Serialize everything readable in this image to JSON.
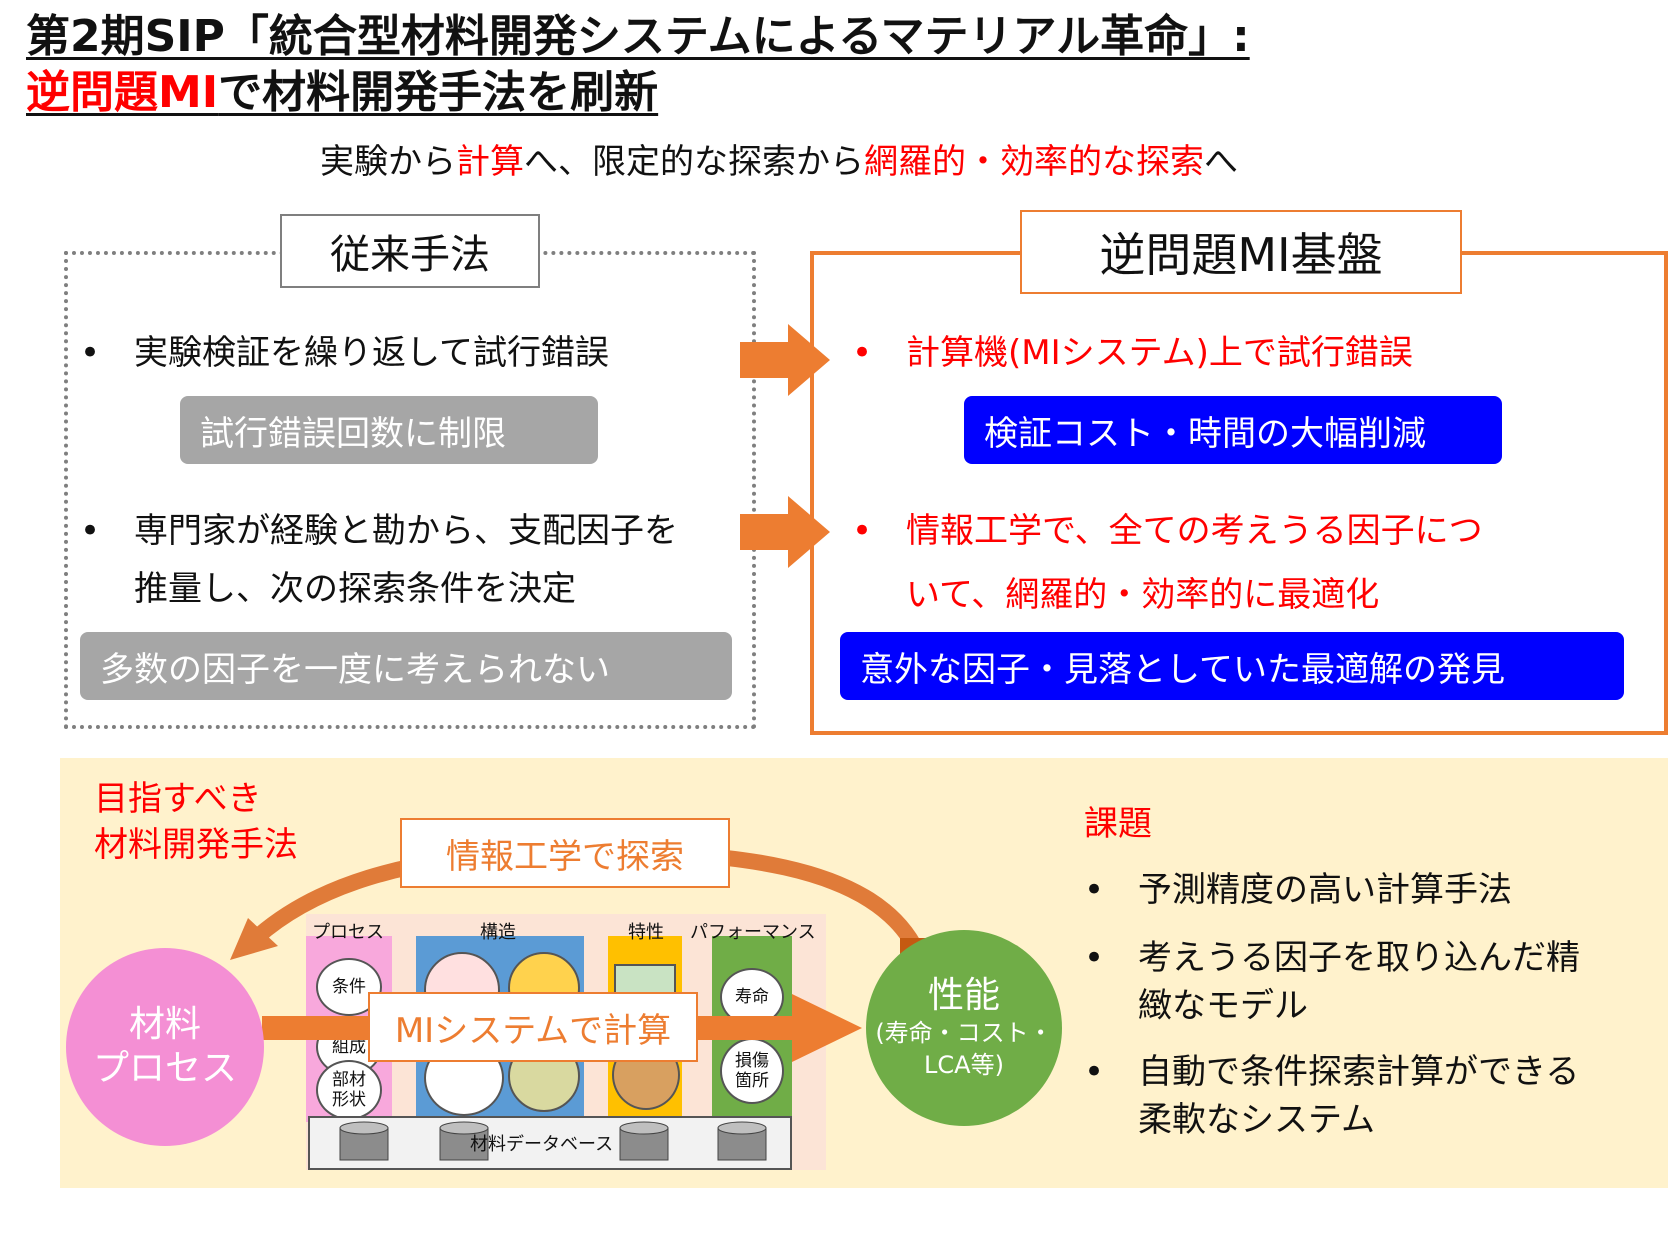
{
  "title": {
    "line1": "第2期SIP「統合型材料開発システムによるマテリアル革命」:",
    "line2_red": "逆問題MI",
    "line2_rest": "で材料開発手法を刷新"
  },
  "subtitle": {
    "part1": "実験から",
    "part2_red": "計算",
    "part3": "へ、限定的な探索から",
    "part4_red": "網羅的・効率的な探索",
    "part5": "へ"
  },
  "left": {
    "label": "従来手法",
    "bullet_symbol": "•",
    "bullet1": "実験検証を繰り返して試行錯誤",
    "pill1": "試行錯誤回数に制限",
    "bullet2_line1": "専門家が経験と勘から、支配因子を",
    "bullet2_line2": "推量し、次の探索条件を決定",
    "pill2": "多数の因子を一度に考えられない"
  },
  "right": {
    "label": "逆問題MI基盤",
    "bullet_symbol": "•",
    "bullet1": "計算機(MIシステム)上で試行錯誤",
    "pill1": "検証コスト・時間の大幅削減",
    "bullet2_line1": "情報工学で、全ての考えうる因子につ",
    "bullet2_line2": "いて、網羅的・効率的に最適化",
    "pill2": "意外な因子・見落としていた最適解の発見"
  },
  "bottom": {
    "goal_line1": "目指すべき",
    "goal_line2": "材料開発手法",
    "info_label": "情報工学で探索",
    "mi_label": "MIシステムで計算",
    "material_line1": "材料",
    "material_line2": "プロセス",
    "performance_title": "性能",
    "performance_sub1": "(寿命・コスト・",
    "performance_sub2": "LCA等)",
    "col_process": "プロセス",
    "col_structure": "構造",
    "col_property": "特性",
    "col_performance": "パフォーマンス",
    "c_condition": "条件",
    "c_composition": "組成",
    "c_part_line1": "部材",
    "c_part_line2": "形状",
    "c_life": "寿命",
    "c_damage_line1": "損傷",
    "c_damage_line2": "箇所",
    "database": "材料データベース",
    "issues_title": "課題",
    "issue_symbol": "•",
    "issue1": "予測精度の高い計算手法",
    "issue2_line1": "考えうる因子を取り込んだ精",
    "issue2_line2": "緻なモデル",
    "issue3_line1": "自動で条件探索計算ができる",
    "issue3_line2": "柔軟なシステム"
  },
  "colors": {
    "red": "#ff0000",
    "orange": "#ed7d31",
    "blue": "#0000ff",
    "gray": "#a6a6a6",
    "cream": "#fff2cc",
    "pink": "#f48fd4",
    "green": "#70ad47"
  }
}
